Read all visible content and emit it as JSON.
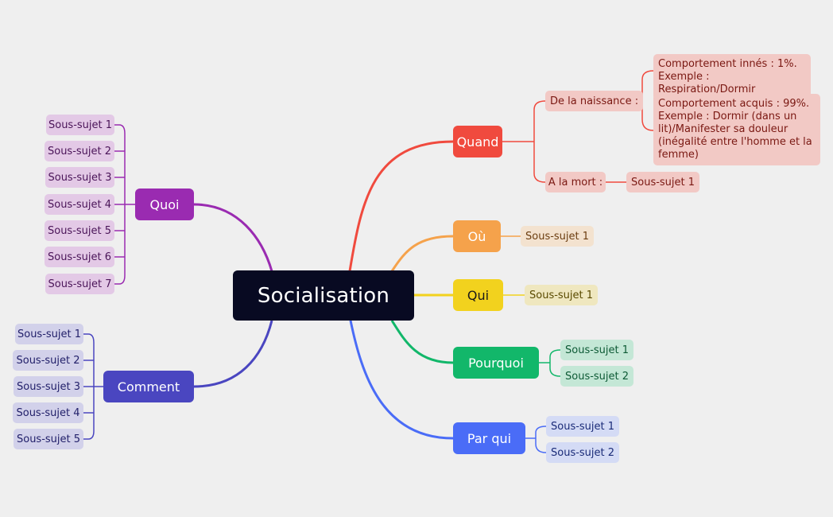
{
  "center": {
    "label": "Socialisation"
  },
  "colors": {
    "quand": "#f04a3e",
    "ou": "#f5a24b",
    "qui": "#f2d21e",
    "pourquoi": "#12b76a",
    "parqui": "#4a6cf7",
    "quoi": "#9a2bb1",
    "comment": "#4a46c0"
  },
  "branches": {
    "quand": {
      "label": "Quand",
      "children": [
        {
          "label": "De la naissance :",
          "children": [
            {
              "label": "Comportement innés : 1%. Exemple : Respiration/Dormir"
            },
            {
              "label": "Comportement acquis : 99%. Exemple : Dormir (dans un lit)/Manifester sa douleur (inégalité entre l'homme et la femme)"
            }
          ]
        },
        {
          "label": "A la mort :",
          "children": [
            {
              "label": "Sous-sujet 1"
            }
          ]
        }
      ]
    },
    "ou": {
      "label": "Où",
      "children": [
        {
          "label": "Sous-sujet 1"
        }
      ]
    },
    "qui": {
      "label": "Qui",
      "children": [
        {
          "label": "Sous-sujet 1"
        }
      ]
    },
    "pourquoi": {
      "label": "Pourquoi",
      "children": [
        {
          "label": "Sous-sujet 1"
        },
        {
          "label": "Sous-sujet 2"
        }
      ]
    },
    "parqui": {
      "label": "Par qui",
      "children": [
        {
          "label": "Sous-sujet 1"
        },
        {
          "label": "Sous-sujet 2"
        }
      ]
    },
    "quoi": {
      "label": "Quoi",
      "children": [
        {
          "label": "Sous-sujet 1"
        },
        {
          "label": "Sous-sujet 2"
        },
        {
          "label": "Sous-sujet 3"
        },
        {
          "label": "Sous-sujet 4"
        },
        {
          "label": "Sous-sujet 5"
        },
        {
          "label": "Sous-sujet 6"
        },
        {
          "label": "Sous-sujet 7"
        }
      ]
    },
    "comment": {
      "label": "Comment",
      "children": [
        {
          "label": "Sous-sujet 1"
        },
        {
          "label": "Sous-sujet 2"
        },
        {
          "label": "Sous-sujet 3"
        },
        {
          "label": "Sous-sujet 4"
        },
        {
          "label": "Sous-sujet 5"
        }
      ]
    }
  }
}
